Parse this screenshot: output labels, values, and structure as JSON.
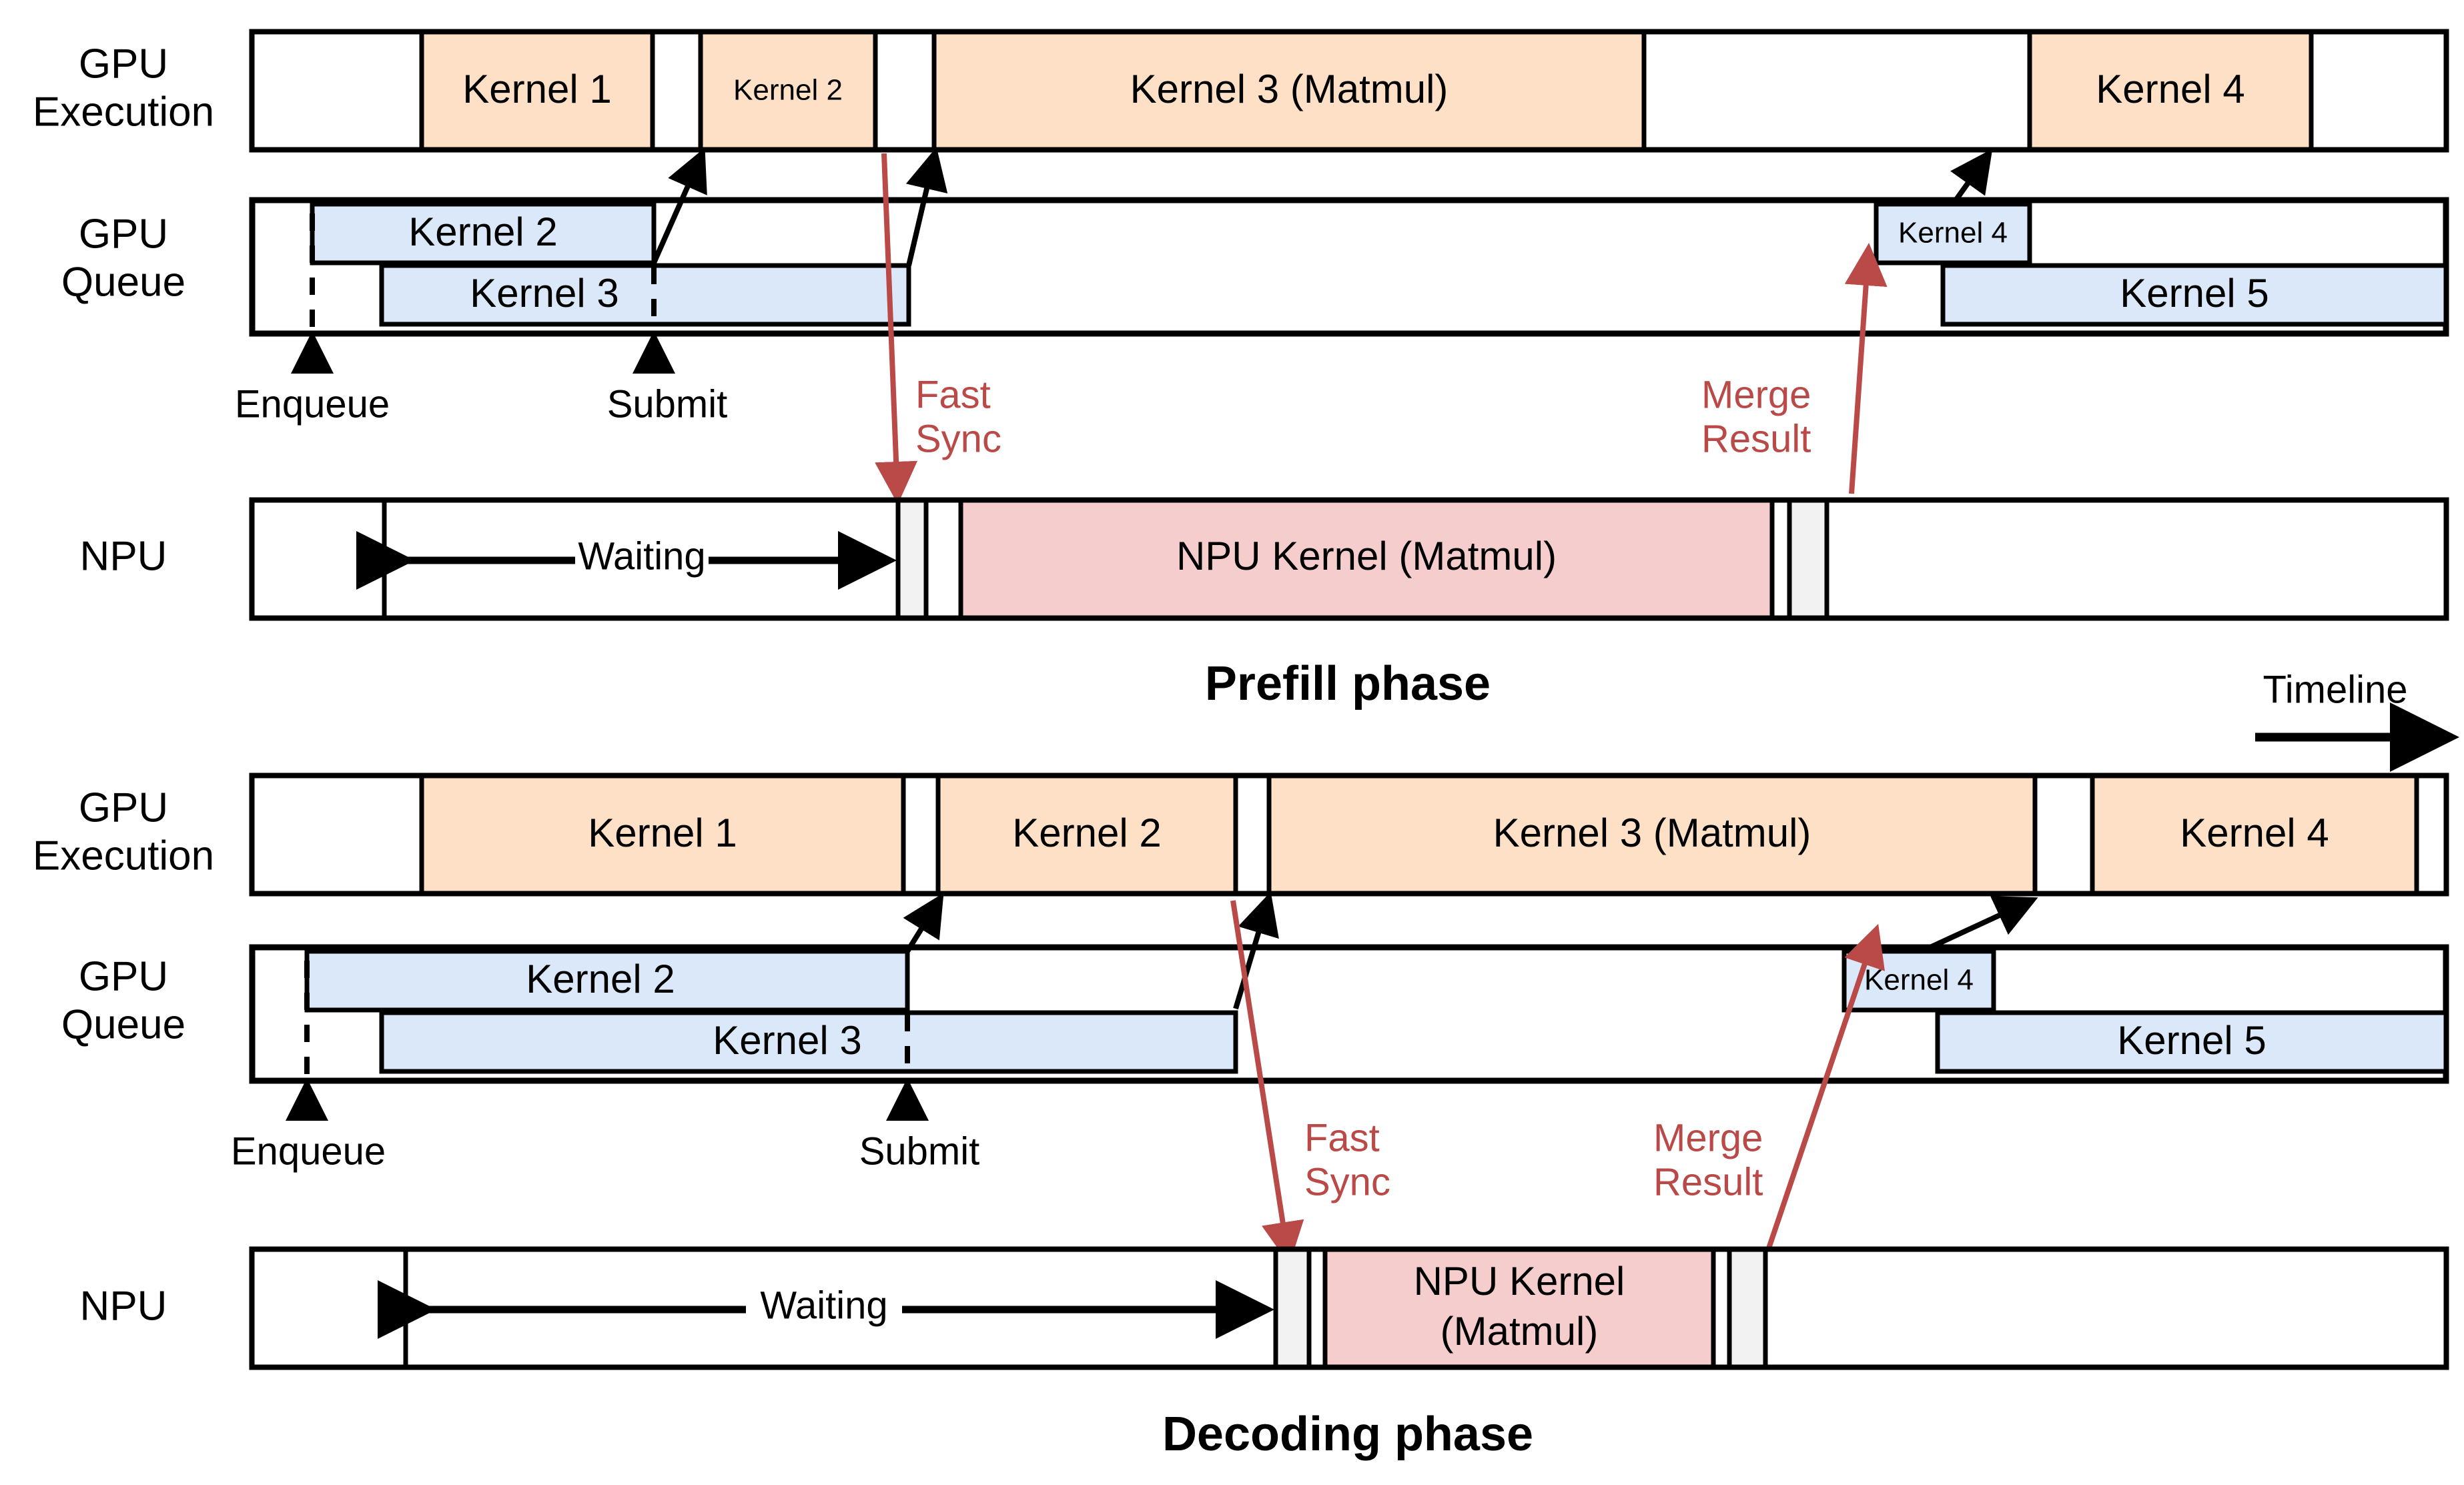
{
  "figure": {
    "timeline_label": "Timeline",
    "phases": [
      {
        "id": "prefill",
        "caption": "Prefill phase",
        "rows": [
          {
            "id": "gpu-exec",
            "label_line1": "GPU",
            "label_line2": "Execution",
            "blocks": [
              {
                "label": "",
                "kind": "white"
              },
              {
                "label": "Kernel 1",
                "kind": "orange"
              },
              {
                "label": "",
                "kind": "white"
              },
              {
                "label": "Kernel 2",
                "kind": "orange"
              },
              {
                "label": "",
                "kind": "white"
              },
              {
                "label": "Kernel 3 (Matmul)",
                "kind": "orange"
              },
              {
                "label": "",
                "kind": "white"
              },
              {
                "label": "Kernel 4",
                "kind": "orange"
              },
              {
                "label": "",
                "kind": "white"
              }
            ]
          },
          {
            "id": "gpu-queue",
            "label_line1": "GPU",
            "label_line2": "Queue",
            "blocks": [
              {
                "label": "Kernel 2",
                "kind": "blue",
                "lane": 0
              },
              {
                "label": "Kernel 3",
                "kind": "blue",
                "lane": 1
              },
              {
                "label": "Kernel 4",
                "kind": "blue",
                "lane": 0
              },
              {
                "label": "Kernel 5",
                "kind": "blue",
                "lane": 1
              }
            ],
            "markers": [
              {
                "label": "Enqueue"
              },
              {
                "label": "Submit"
              }
            ]
          },
          {
            "id": "npu",
            "label_line1": "NPU",
            "label_line2": "",
            "waiting_label": "Waiting",
            "blocks": [
              {
                "label": "",
                "kind": "white"
              },
              {
                "label": "",
                "kind": "white"
              },
              {
                "label": "",
                "kind": "grey"
              },
              {
                "label": "",
                "kind": "white"
              },
              {
                "label": "NPU Kernel (Matmul)",
                "kind": "pink"
              },
              {
                "label": "",
                "kind": "white"
              },
              {
                "label": "",
                "kind": "grey"
              },
              {
                "label": "",
                "kind": "white"
              }
            ]
          }
        ],
        "annotations": [
          {
            "id": "fast-sync",
            "line1": "Fast",
            "line2": "Sync"
          },
          {
            "id": "merge-result",
            "line1": "Merge",
            "line2": "Result"
          }
        ]
      },
      {
        "id": "decoding",
        "caption": "Decoding phase",
        "rows": [
          {
            "id": "gpu-exec",
            "label_line1": "GPU",
            "label_line2": "Execution",
            "blocks": [
              {
                "label": "",
                "kind": "white"
              },
              {
                "label": "Kernel 1",
                "kind": "orange"
              },
              {
                "label": "",
                "kind": "white"
              },
              {
                "label": "Kernel 2",
                "kind": "orange"
              },
              {
                "label": "",
                "kind": "white"
              },
              {
                "label": "Kernel 3 (Matmul)",
                "kind": "orange"
              },
              {
                "label": "",
                "kind": "white"
              },
              {
                "label": "Kernel 4",
                "kind": "orange"
              },
              {
                "label": "",
                "kind": "white"
              }
            ]
          },
          {
            "id": "gpu-queue",
            "label_line1": "GPU",
            "label_line2": "Queue",
            "blocks": [
              {
                "label": "Kernel 2",
                "kind": "blue",
                "lane": 0
              },
              {
                "label": "Kernel 3",
                "kind": "blue",
                "lane": 1
              },
              {
                "label": "Kernel 4",
                "kind": "blue",
                "lane": 0
              },
              {
                "label": "Kernel 5",
                "kind": "blue",
                "lane": 1
              }
            ],
            "markers": [
              {
                "label": "Enqueue"
              },
              {
                "label": "Submit"
              }
            ]
          },
          {
            "id": "npu",
            "label_line1": "NPU",
            "label_line2": "",
            "waiting_label": "Waiting",
            "blocks": [
              {
                "label": "",
                "kind": "white"
              },
              {
                "label": "",
                "kind": "white"
              },
              {
                "label": "",
                "kind": "grey"
              },
              {
                "label": "",
                "kind": "white"
              },
              {
                "label": "NPU Kernel",
                "label2": "(Matmul)",
                "kind": "pink"
              },
              {
                "label": "",
                "kind": "white"
              },
              {
                "label": "",
                "kind": "grey"
              },
              {
                "label": "",
                "kind": "white"
              }
            ]
          }
        ],
        "annotations": [
          {
            "id": "fast-sync",
            "line1": "Fast",
            "line2": "Sync"
          },
          {
            "id": "merge-result",
            "line1": "Merge",
            "line2": "Result"
          }
        ]
      }
    ]
  },
  "colors": {
    "orange": "#fde0c6",
    "blue": "#dbe8fa",
    "pink": "#f6cdcd",
    "grey": "#f2f2f2",
    "red_accent": "#b94a48",
    "outline": "#000000"
  }
}
